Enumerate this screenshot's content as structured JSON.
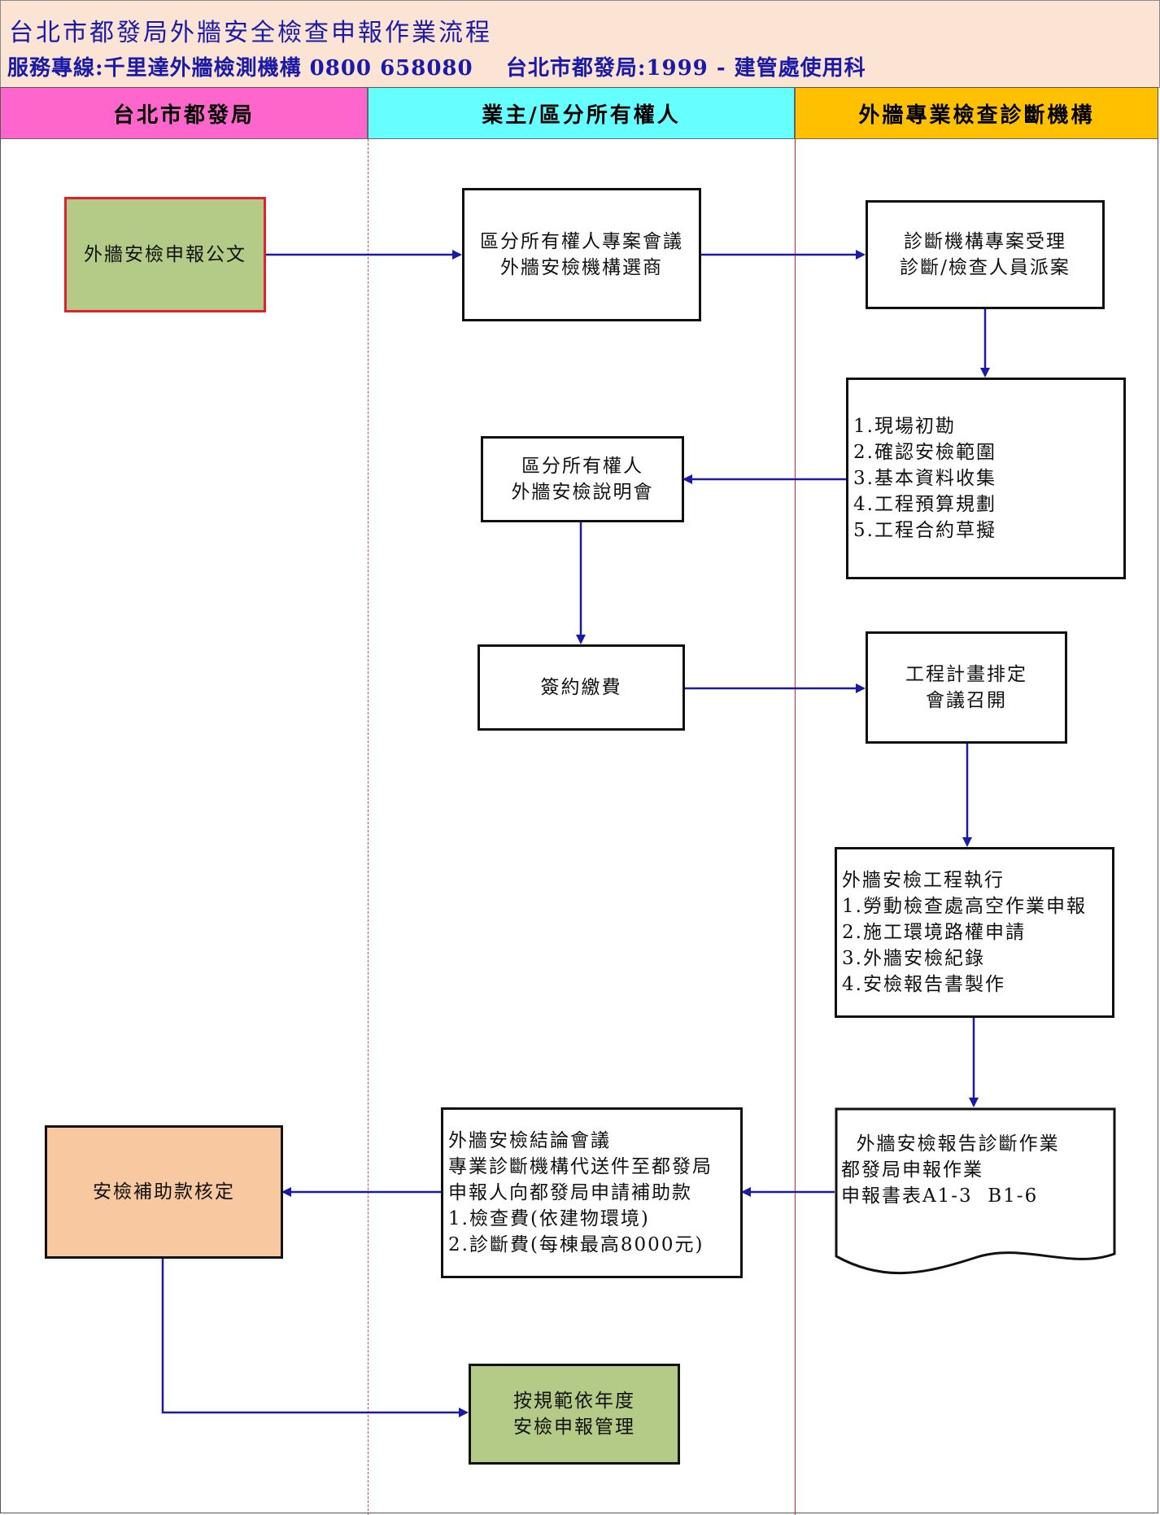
{
  "header": {
    "title": "台北市都發局外牆安全檢查申報作業流程",
    "subtitle": "服務專線:千里達外牆檢測機構 0800 658080    台北市都發局:1999 - 建管處使用科"
  },
  "lanes": [
    {
      "label": "台北市都發局",
      "color": "#ff66cc"
    },
    {
      "label": "業主/區分所有權人",
      "color": "#66ffff"
    },
    {
      "label": "外牆專業檢查診斷機構",
      "color": "#ffc000"
    }
  ],
  "nodes": {
    "notice": "外牆安檢申報公文",
    "owners_meeting": "區分所有權人專案會議\n外牆安檢機構選商",
    "agency_accept": "診斷機構專案受理\n診斷/檢查人員派案",
    "survey": "1.現場初勘\n2.確認安檢範圍\n3.基本資料收集\n4.工程預算規劃\n5.工程合約草擬",
    "briefing": "區分所有權人\n外牆安檢說明會",
    "sign_pay": "簽約繳費",
    "schedule": "工程計畫排定\n會議召開",
    "execution": "外牆安檢工程執行\n1.勞動檢查處高空作業申報\n2.施工環境路權申請\n3.外牆安檢紀錄\n4.安檢報告書製作",
    "report_doc": "  外牆安檢報告診斷作業\n都發局申報作業\n申報書表A1-3  B1-6",
    "conclusion": "外牆安檢結論會議\n專業診斷機構代送件至都發局\n申報人向都發局申請補助款\n1.檢查費(依建物環境)\n2.診斷費(每棟最高8000元)",
    "subsidy": "安檢補助款核定",
    "annual": "按規範依年度\n安檢申報管理"
  },
  "colors": {
    "arrow": "#1a1aa8",
    "green_box": "#b3cb86",
    "peach_box": "#f8c8a0",
    "header_bg": "#fce4d4",
    "title_text": "#1a1aa8"
  }
}
